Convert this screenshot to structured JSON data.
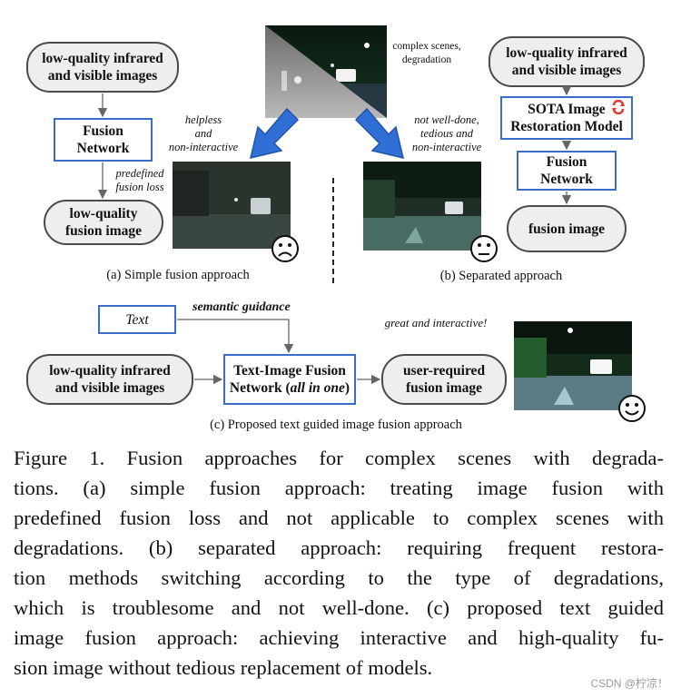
{
  "top_right_note": "complex scenes,\ndegradation",
  "panel_a": {
    "input": "low-quality infrared\nand visible images",
    "network": "Fusion\nNetwork",
    "loss_note": "predefined\nfusion loss",
    "output": "low-quality\nfusion image",
    "arrow_note": "helpless\nand\nnon-interactive",
    "caption": "(a) Simple fusion approach",
    "face": "frowning-face"
  },
  "panel_b": {
    "input": "low-quality infrared\nand visible images",
    "restoration": "SOTA Image\nRestoration Model",
    "network": "Fusion\nNetwork",
    "output": "fusion image",
    "arrow_note": "not well-done,\ntedious and\nnon-interactive",
    "caption": "(b) Separated approach",
    "face": "neutral-face"
  },
  "panel_c": {
    "text_box": "Text",
    "semantic_note": "semantic guidance",
    "input": "low-quality infrared\nand visible images",
    "network_main": "Text-Image Fusion",
    "network_prefix": "Network (",
    "network_italic": "all in one",
    "network_suffix": ")",
    "output": "user-required\nfusion image",
    "result_note": "great and interactive!",
    "caption": "(c) Proposed text guided image fusion approach",
    "face": "smiling-face"
  },
  "figure_caption": {
    "lines": [
      "Figure 1.  Fusion approaches for complex scenes with degrada-",
      "tions.  (a) simple fusion approach:  treating image fusion with",
      "predefined fusion loss and not applicable to complex scenes with",
      "degradations. (b) separated approach: requiring frequent restora-",
      "tion methods switching according to the type of degradations,",
      "which is troublesome and not well-done. (c) proposed text guided",
      "image fusion approach: achieving interactive and high-quality fu-",
      "sion image without tedious replacement of models."
    ]
  },
  "watermark": "CSDN @柠凉！",
  "colors": {
    "box_border": "#3b6cc9",
    "arrow_blue": "#2f6fd6",
    "rounded_fill": "#eeeeee",
    "gray_arrow": "#666666"
  }
}
